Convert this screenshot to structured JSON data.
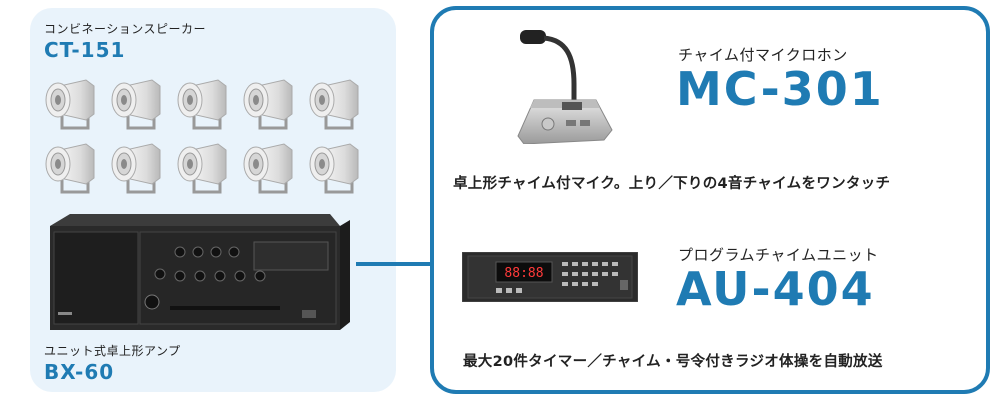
{
  "speaker": {
    "caption": "コンビネーションスピーカー",
    "model": "CT-151"
  },
  "amplifier": {
    "caption": "ユニット式卓上形アンプ",
    "model": "BX-60"
  },
  "microphone": {
    "subtitle": "チャイム付マイクロホン",
    "model": "MC-301",
    "description": "卓上形チャイム付マイク。上り／下りの4音チャイムをワンタッチ"
  },
  "chime_unit": {
    "subtitle": "プログラムチャイムユニット",
    "model": "AU-404",
    "description": "最大20件タイマー／チャイム・号令付きラジオ体操を自動放送",
    "display_digits": "88:88"
  },
  "colors": {
    "accent": "#1f7bb3",
    "panel_bg": "#e9f3fb"
  }
}
